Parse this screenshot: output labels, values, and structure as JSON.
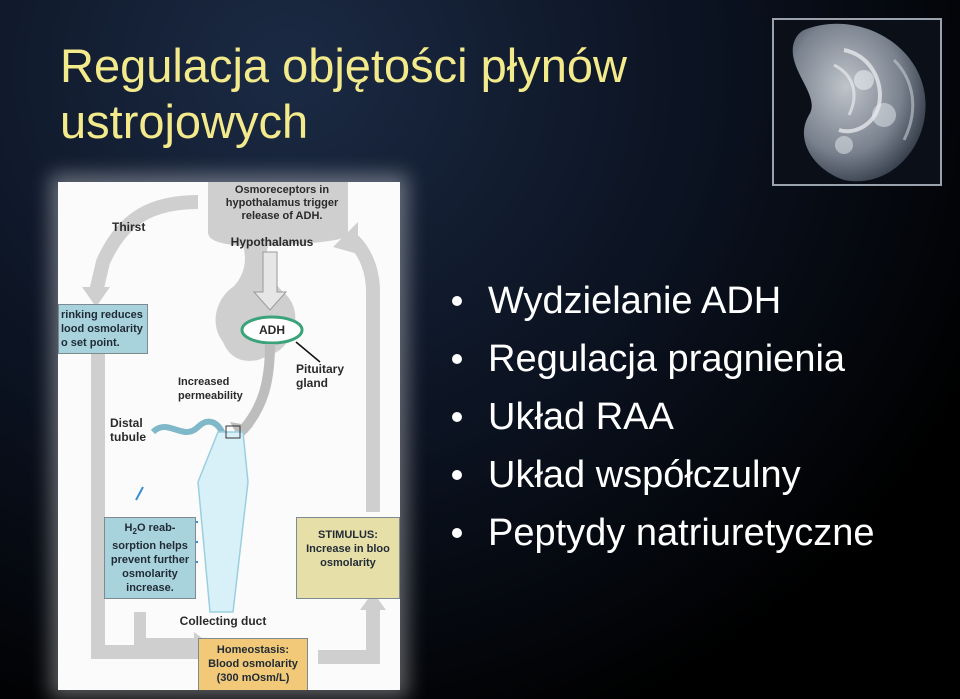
{
  "slide": {
    "title": "Regulacja objętości płynów ustrojowych",
    "bullets": [
      "Wydzielanie ADH",
      "Regulacja pragnienia",
      "Układ RAA",
      "Układ współczulny",
      "Peptydy natriuretyczne"
    ]
  },
  "diagram": {
    "osmoreceptors": "Osmoreceptors in\nhypothalamus trigger\nrelease of ADH.",
    "thirst": "Thirst",
    "hypothalamus": "Hypothalamus",
    "drinking": "rinking reduces\nlood osmolarity\no set point.",
    "adh": "ADH",
    "pituitary": "Pituitary\ngland",
    "permeability": "Increased\npermeability",
    "distal": "Distal\ntubule",
    "reabsorption_h": "H",
    "reabsorption_sub": "2",
    "reabsorption": "O reab-\nsorption helps\nprevent further\nosmolarity\nincrease.",
    "stimulus": "STIMULUS:\nIncrease in bloo\nosmolarity",
    "collecting": "Collecting duct",
    "homeostasis": "Homeostasis:\nBlood osmolarity\n(300 mOsm/L)"
  },
  "colors": {
    "title": "#f3ea8c",
    "bullet_text": "#ffffff",
    "teal_box": "#a9d3dc",
    "stimulus_box": "#e7dfa8",
    "homeostasis_box": "#f2c978",
    "arrow_gray": "#c9c9c9"
  }
}
